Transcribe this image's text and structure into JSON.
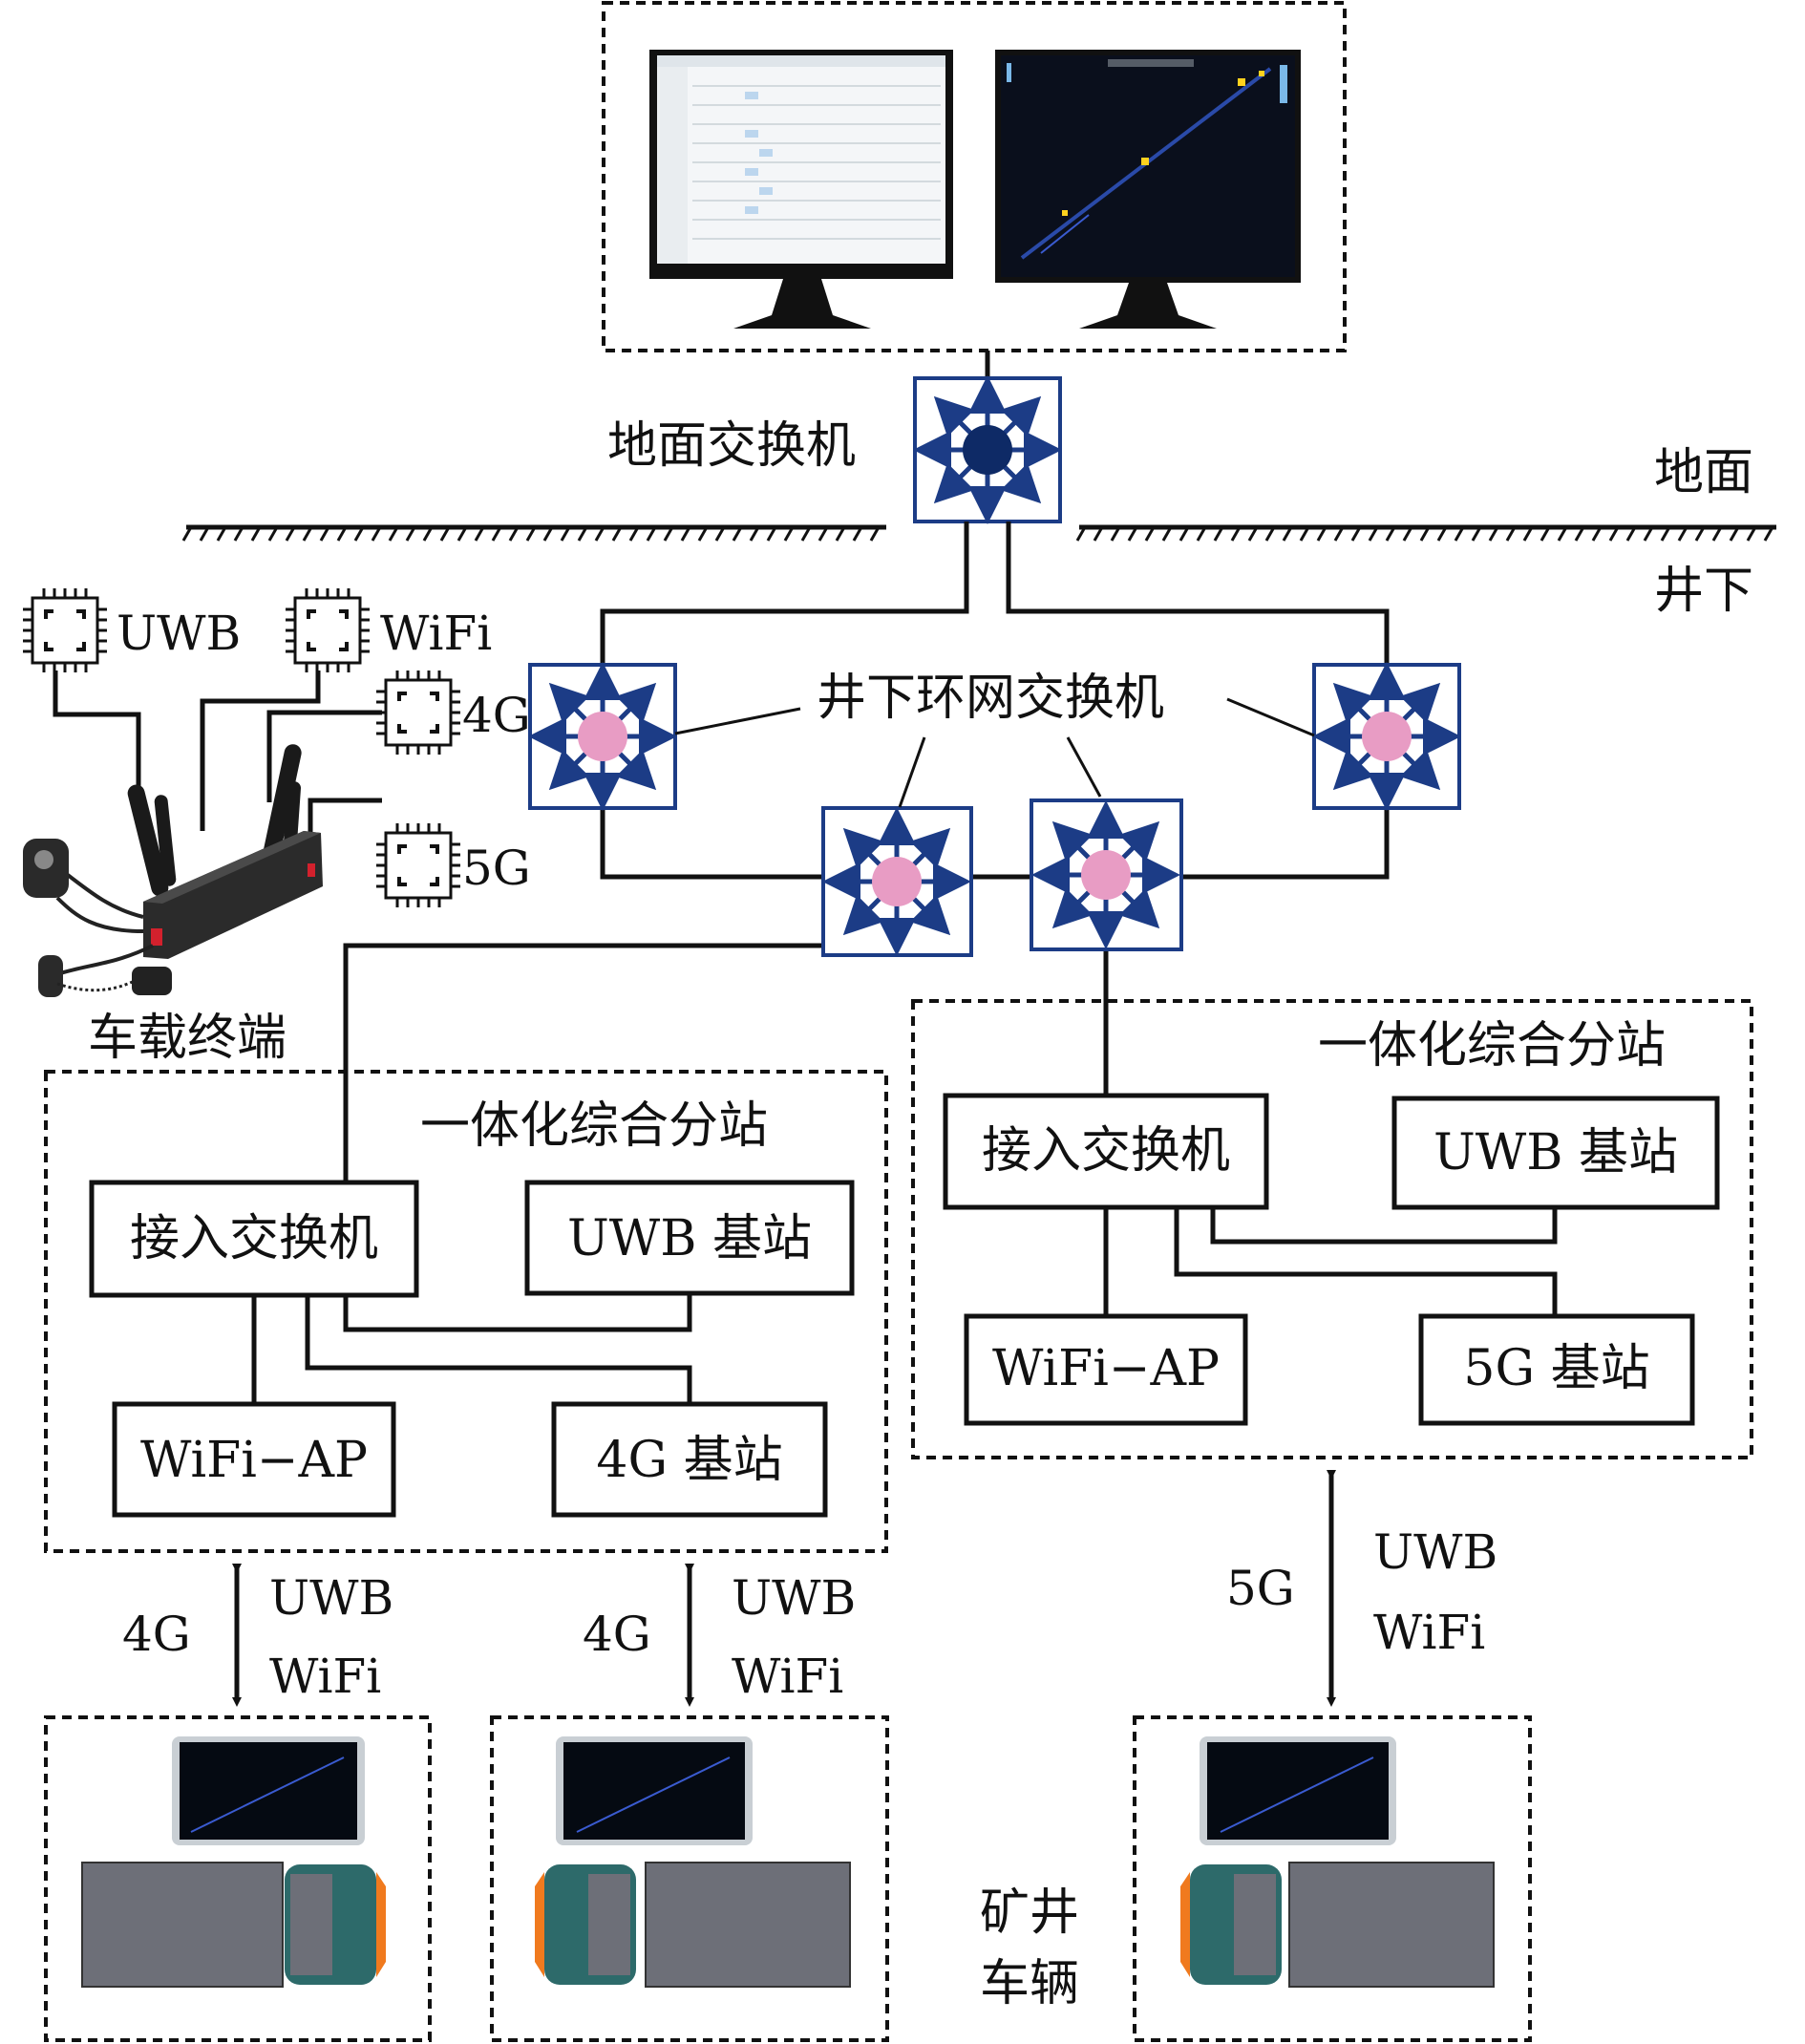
{
  "labels": {
    "ground_switch": "地面交换机",
    "surface": "地面",
    "underground": "井下",
    "ring_switch": "井下环网交换机",
    "vehicle_terminal": "车载终端",
    "mine_vehicle_line1": "矿井",
    "mine_vehicle_line2": "车辆"
  },
  "terminal_modules": {
    "uwb": "UWB",
    "wifi": "WiFi",
    "g4": "4G",
    "g5": "5G"
  },
  "substation_left": {
    "title": "一体化综合分站",
    "access_switch": "接入交换机",
    "uwb_base": "UWB 基站",
    "wifi_ap": "WiFi−AP",
    "base_4g": "4G 基站"
  },
  "substation_right": {
    "title": "一体化综合分站",
    "access_switch": "接入交换机",
    "uwb_base": "UWB 基站",
    "wifi_ap": "WiFi−AP",
    "base_5g": "5G 基站"
  },
  "links": {
    "left1": {
      "net": "4G",
      "uwb": "UWB",
      "wifi": "WiFi"
    },
    "left2": {
      "net": "4G",
      "uwb": "UWB",
      "wifi": "WiFi"
    },
    "right": {
      "net": "5G",
      "uwb": "UWB",
      "wifi": "WiFi"
    }
  },
  "colors": {
    "switch_blue": "#1c3c86",
    "switch_dark_core": "#0e2a66",
    "switch_pink_core": "#e89cc4",
    "line": "#111111"
  }
}
